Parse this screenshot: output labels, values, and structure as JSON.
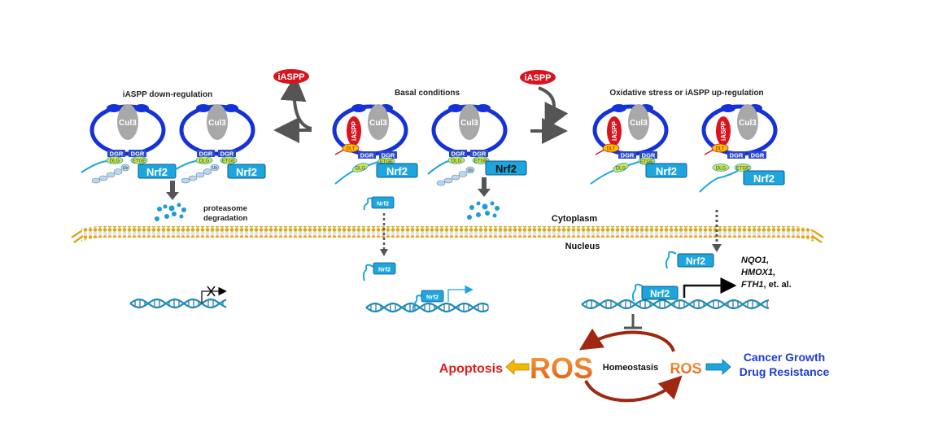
{
  "panels": {
    "left_title": "iASPP down-regulation",
    "center_title": "Basal conditions",
    "right_title": "Oxidative stress or iASPP up-regulation"
  },
  "labels": {
    "cul3": "Cul3",
    "dgr": "DGR",
    "dlg": "DLG",
    "etge": "ETGE",
    "dlt": "DLT",
    "ub": "Ub",
    "nrf2": "Nrf2",
    "iaspp": "iASPP",
    "proteasome_line1": "proteasome",
    "proteasome_line2": "degradation",
    "cytoplasm": "Cytoplasm",
    "nucleus": "Nucleus",
    "target_gene_1": "NQO1,",
    "target_gene_2": "HMOX1,",
    "target_gene_3_italic": "FTH1",
    "target_gene_3_rest": ", et. al.",
    "ros_left": "ROS",
    "ros_right": "ROS",
    "homeostasis": "Homeostasis",
    "apoptosis": "Apoptosis",
    "outcome_1": "Cancer Growth",
    "outcome_2": "Drug Resistance"
  },
  "colors": {
    "keap1_ring": "#1432d8",
    "cul3": "#a8a8a8",
    "dgr_box": "#2c48c8",
    "nrf2_box": "#1ea5de",
    "iaspp": "#d8141e",
    "dlt": "#f5c400",
    "dlg_etge": "#c8e650",
    "membrane": "#d9a81e",
    "dna": "#1e8cb8",
    "ros": "#f07820",
    "apoptosis": "#e01e1e",
    "cancer_text": "#1e3cd0",
    "arrow_gray": "#555555",
    "cycle_arrow": "#a02810"
  }
}
